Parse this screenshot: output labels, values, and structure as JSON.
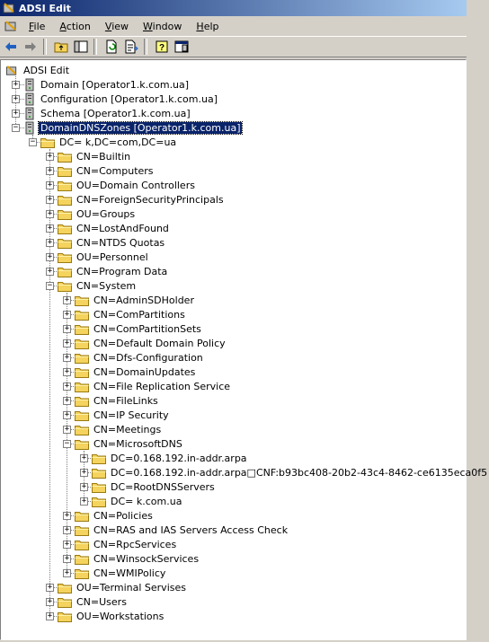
{
  "window": {
    "title": "ADSI Edit"
  },
  "menu": [
    {
      "label": "File",
      "accel": "F"
    },
    {
      "label": "Action",
      "accel": "A"
    },
    {
      "label": "View",
      "accel": "V"
    },
    {
      "label": "Window",
      "accel": "W"
    },
    {
      "label": "Help",
      "accel": "H"
    }
  ],
  "toolbar": {
    "buttons": [
      "back-icon",
      "forward-icon",
      "up-folder-icon",
      "show-hide-tree-icon",
      "refresh-icon",
      "export-list-icon",
      "help-icon",
      "console-tree-icon"
    ]
  },
  "tree": {
    "root": "ADSI Edit",
    "nodes": [
      {
        "label": "Domain [Operator1.k.com.ua]",
        "depth": 0,
        "icon": "server",
        "expander": "+"
      },
      {
        "label": "Configuration [Operator1.k.com.ua]",
        "depth": 0,
        "icon": "server",
        "expander": "+"
      },
      {
        "label": "Schema [Operator1.k.com.ua]",
        "depth": 0,
        "icon": "server",
        "expander": "+"
      },
      {
        "label": "DomainDNSZones [Operator1.k.com.ua]",
        "depth": 0,
        "icon": "server",
        "expander": "-",
        "selected": true
      },
      {
        "label": "DC= k,DC=com,DC=ua",
        "depth": 1,
        "icon": "folder",
        "expander": "-"
      },
      {
        "label": "CN=Builtin",
        "depth": 2,
        "icon": "folder",
        "expander": "+"
      },
      {
        "label": "CN=Computers",
        "depth": 2,
        "icon": "folder",
        "expander": "+"
      },
      {
        "label": "OU=Domain Controllers",
        "depth": 2,
        "icon": "folder",
        "expander": "+"
      },
      {
        "label": "CN=ForeignSecurityPrincipals",
        "depth": 2,
        "icon": "folder",
        "expander": "+"
      },
      {
        "label": "OU=Groups",
        "depth": 2,
        "icon": "folder",
        "expander": "+"
      },
      {
        "label": "CN=LostAndFound",
        "depth": 2,
        "icon": "folder",
        "expander": "+"
      },
      {
        "label": "CN=NTDS Quotas",
        "depth": 2,
        "icon": "folder",
        "expander": "+"
      },
      {
        "label": "OU=Personnel",
        "depth": 2,
        "icon": "folder",
        "expander": "+"
      },
      {
        "label": "CN=Program Data",
        "depth": 2,
        "icon": "folder",
        "expander": "+"
      },
      {
        "label": "CN=System",
        "depth": 2,
        "icon": "folder",
        "expander": "-"
      },
      {
        "label": "CN=AdminSDHolder",
        "depth": 3,
        "icon": "folder",
        "expander": "+"
      },
      {
        "label": "CN=ComPartitions",
        "depth": 3,
        "icon": "folder",
        "expander": "+"
      },
      {
        "label": "CN=ComPartitionSets",
        "depth": 3,
        "icon": "folder",
        "expander": "+"
      },
      {
        "label": "CN=Default Domain Policy",
        "depth": 3,
        "icon": "folder",
        "expander": "+"
      },
      {
        "label": "CN=Dfs-Configuration",
        "depth": 3,
        "icon": "folder",
        "expander": "+"
      },
      {
        "label": "CN=DomainUpdates",
        "depth": 3,
        "icon": "folder",
        "expander": "+"
      },
      {
        "label": "CN=File Replication Service",
        "depth": 3,
        "icon": "folder",
        "expander": "+"
      },
      {
        "label": "CN=FileLinks",
        "depth": 3,
        "icon": "folder",
        "expander": "+"
      },
      {
        "label": "CN=IP Security",
        "depth": 3,
        "icon": "folder",
        "expander": "+"
      },
      {
        "label": "CN=Meetings",
        "depth": 3,
        "icon": "folder",
        "expander": "+"
      },
      {
        "label": "CN=MicrosoftDNS",
        "depth": 3,
        "icon": "folder",
        "expander": "-"
      },
      {
        "label": "DC=0.168.192.in-addr.arpa",
        "depth": 4,
        "icon": "folder",
        "expander": "+"
      },
      {
        "label": "DC=0.168.192.in-addr.arpa□CNF:b93bc408-20b2-43c4-8462-ce6135eca0f5",
        "depth": 4,
        "icon": "folder",
        "expander": "+"
      },
      {
        "label": "DC=RootDNSServers",
        "depth": 4,
        "icon": "folder",
        "expander": "+"
      },
      {
        "label": "DC= k.com.ua",
        "depth": 4,
        "icon": "folder",
        "expander": "+"
      },
      {
        "label": "CN=Policies",
        "depth": 3,
        "icon": "folder",
        "expander": "+"
      },
      {
        "label": "CN=RAS and IAS Servers Access Check",
        "depth": 3,
        "icon": "folder",
        "expander": "+"
      },
      {
        "label": "CN=RpcServices",
        "depth": 3,
        "icon": "folder",
        "expander": "+"
      },
      {
        "label": "CN=WinsockServices",
        "depth": 3,
        "icon": "folder",
        "expander": "+"
      },
      {
        "label": "CN=WMIPolicy",
        "depth": 3,
        "icon": "folder",
        "expander": "+"
      },
      {
        "label": "OU=Terminal Servises",
        "depth": 2,
        "icon": "folder",
        "expander": "+"
      },
      {
        "label": "CN=Users",
        "depth": 2,
        "icon": "folder",
        "expander": "+"
      },
      {
        "label": "OU=Workstations",
        "depth": 2,
        "icon": "folder",
        "expander": "+"
      }
    ]
  },
  "colors": {
    "title_start": "#0a246a",
    "title_end": "#a6caf0",
    "selection": "#0a246a",
    "chrome": "#d4d0c8",
    "folder": "#f4d35e"
  }
}
